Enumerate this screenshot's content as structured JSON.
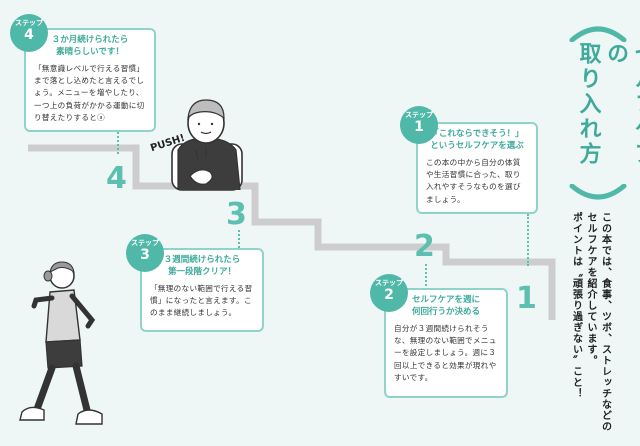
{
  "title": {
    "line1": "セルフケアの",
    "line2": "取り入れ方"
  },
  "intro": {
    "line1": "この本では、食事、ツボ、ストレッチなどの",
    "line2": "セルフケアを紹介しています。",
    "line3": "ポイントは〝頑張り過ぎない〟こと！"
  },
  "stair_numbers": [
    "1",
    "2",
    "3",
    "4"
  ],
  "steps": [
    {
      "word": "ステップ",
      "num": "1",
      "title_l1": "「これならできそう！」",
      "title_l2": "というセルフケアを選ぶ",
      "body": "この本の中から自分の体質や生活習慣に合った、取り入れやすそうなものを選びましょう。"
    },
    {
      "word": "ステップ",
      "num": "2",
      "title_l1": "セルフケアを週に",
      "title_l2": "何回行うか決める",
      "body": "自分が３週間続けられそうな、無理のない範囲でメニューを設定しましょう。週に３回以上できると効果が現れやすいです。"
    },
    {
      "word": "ステップ",
      "num": "3",
      "title_l1": "３週間続けられたら",
      "title_l2": "第一段階クリア！",
      "body": "「無理のない範囲で行える習慣」になったと言えます。このまま継続しましょう。"
    },
    {
      "word": "ステップ",
      "num": "4",
      "title_l1": "３か月続けられたら",
      "title_l2": "素晴らしいです！",
      "body": "「無意識レベルで行える習慣」まで落とし込めたと言えるでしょう。メニューを増やしたり、一つ上の負荷がかかる運動に切り替えたりするとⓐ"
    }
  ],
  "push_text": "PUSH!",
  "colors": {
    "accent": "#4fb8a8",
    "border": "#8fd3c9",
    "stairs": "#cfcfcf",
    "background": "#eef6f6"
  }
}
